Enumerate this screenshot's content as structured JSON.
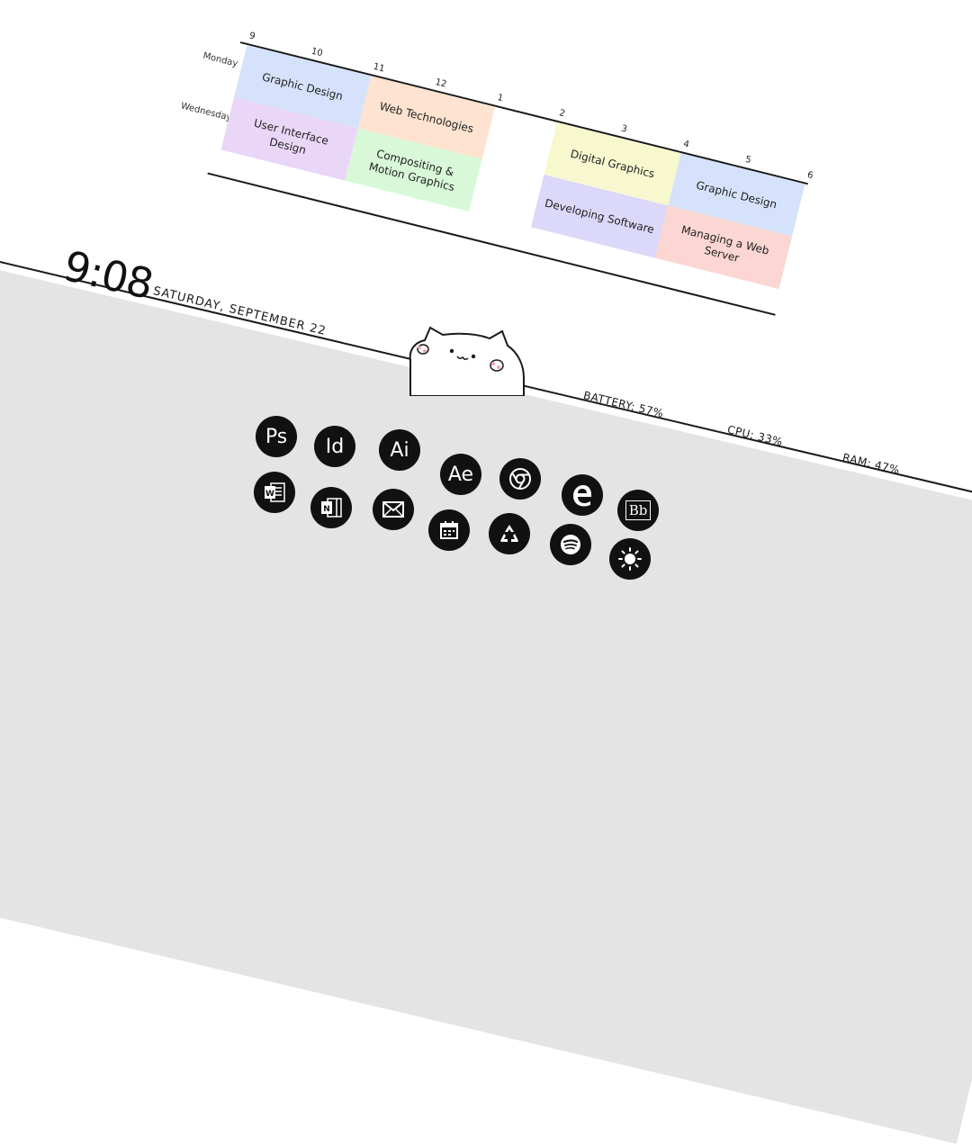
{
  "schedule": {
    "hours": [
      "9",
      "10",
      "11",
      "12",
      "1",
      "2",
      "3",
      "4",
      "5",
      "6"
    ],
    "days": [
      "Monday",
      "Wednesday"
    ],
    "monday": [
      {
        "label": "Graphic Design",
        "color": "#d6e2fb"
      },
      {
        "label": "Web Technologies",
        "color": "#fde3d0"
      },
      {
        "label": "Digital Graphics",
        "color": "#f8f8cf"
      },
      {
        "label": "Graphic Design",
        "color": "#d6e2fb"
      }
    ],
    "wednesday": [
      {
        "label": "User Interface Design",
        "color": "#ead7f8"
      },
      {
        "label": "Compositing &\nMotion Graphics",
        "color": "#d8f8d8"
      },
      {
        "label": "Developing Software",
        "color": "#dcd8f9"
      },
      {
        "label": "Managing a Web Server",
        "color": "#fbd6d2"
      }
    ]
  },
  "desktop": {
    "time": "9:08",
    "date": "SATURDAY, SEPTEMBER 22",
    "battery": "BATTERY: 57%",
    "cpu": "CPU: 33%",
    "ram": "RAM: 47%"
  },
  "apps": [
    {
      "name": "photoshop",
      "label": "Ps"
    },
    {
      "name": "indesign",
      "label": "Id"
    },
    {
      "name": "illustrator",
      "label": "Ai"
    },
    {
      "name": "after-effects",
      "label": "Ae"
    },
    {
      "name": "chrome",
      "icon": "chrome-icon"
    },
    {
      "name": "edge",
      "icon": "edge-icon"
    },
    {
      "name": "blackboard",
      "label": "Bb"
    },
    {
      "name": "word",
      "icon": "word-icon"
    },
    {
      "name": "onenote",
      "icon": "onenote-icon"
    },
    {
      "name": "mail",
      "icon": "mail-icon"
    },
    {
      "name": "calendar",
      "icon": "calendar-icon"
    },
    {
      "name": "recycle-bin",
      "icon": "recycle-icon"
    },
    {
      "name": "spotify",
      "icon": "spotify-icon"
    },
    {
      "name": "weather",
      "icon": "sun-icon"
    }
  ]
}
